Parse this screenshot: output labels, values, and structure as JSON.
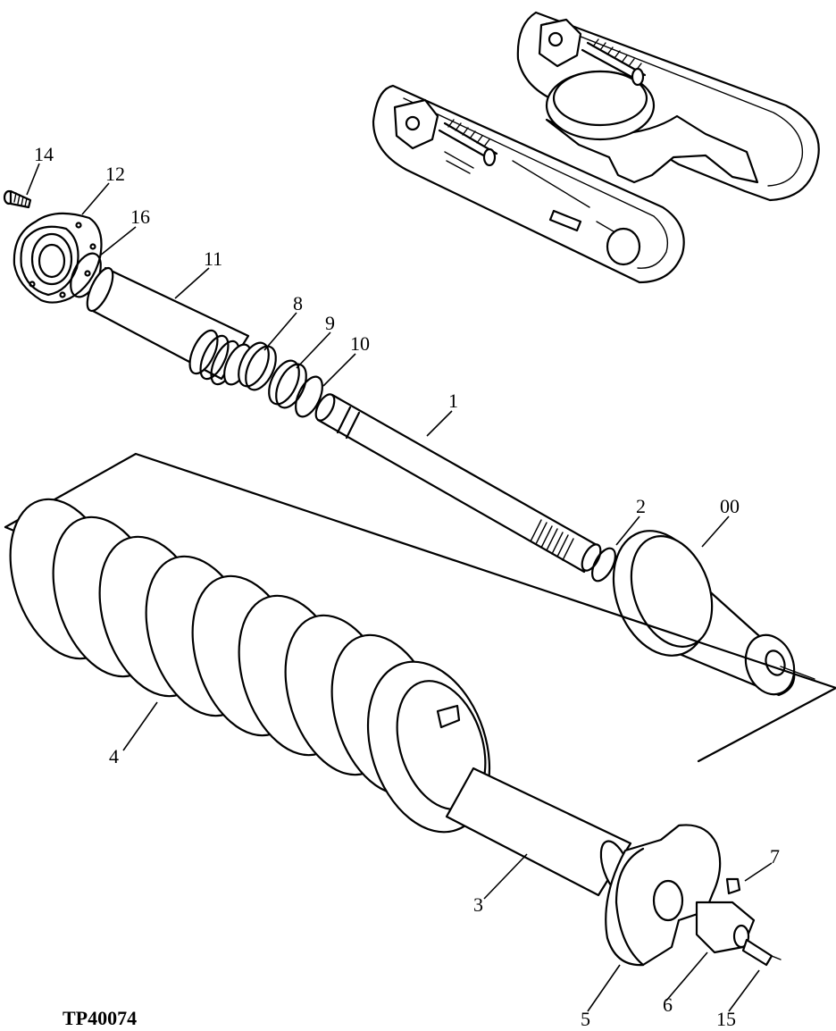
{
  "figure_code": "TP40074",
  "callouts": {
    "c1": "1",
    "c2": "2",
    "c3": "3",
    "c4": "4",
    "c5": "5",
    "c6": "6",
    "c7": "7",
    "c8": "8",
    "c9": "9",
    "c10": "10",
    "c11": "11",
    "c12": "12",
    "c14": "14",
    "c15": "15",
    "c16": "16",
    "c00": "00"
  }
}
